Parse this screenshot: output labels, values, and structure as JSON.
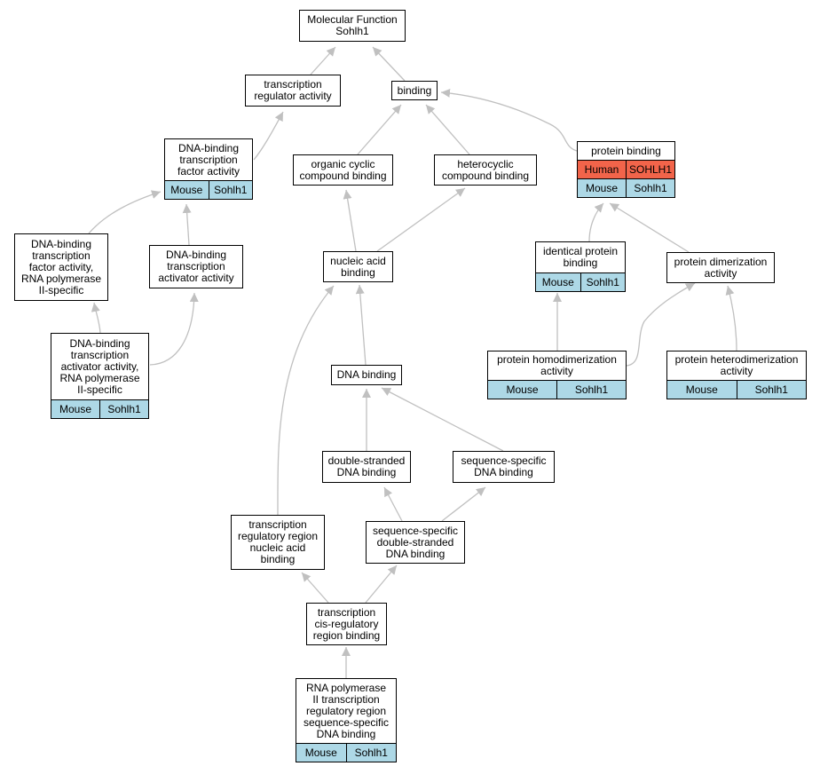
{
  "nodes": {
    "mf": {
      "label": "Molecular Function\nSohlh1"
    },
    "tra": {
      "label": "transcription\nregulator activity"
    },
    "binding": {
      "label": "binding"
    },
    "dbtfa": {
      "label": "DNA-binding\ntranscription\nfactor activity",
      "annotations": [
        {
          "species": "Mouse",
          "gene": "Sohlh1"
        }
      ]
    },
    "occb": {
      "label": "organic cyclic\ncompound binding"
    },
    "hcb": {
      "label": "heterocyclic\ncompound binding"
    },
    "pb": {
      "label": "protein binding",
      "annotations": [
        {
          "species": "Human",
          "gene": "SOHLH1"
        },
        {
          "species": "Mouse",
          "gene": "Sohlh1"
        }
      ]
    },
    "dbtfa_pol2": {
      "label": "DNA-binding\ntranscription\nfactor activity,\nRNA polymerase\nII-specific"
    },
    "dbtaa": {
      "label": "DNA-binding\ntranscription\nactivator activity"
    },
    "nab": {
      "label": "nucleic acid\nbinding"
    },
    "ipb": {
      "label": "identical protein\nbinding",
      "annotations": [
        {
          "species": "Mouse",
          "gene": "Sohlh1"
        }
      ]
    },
    "pda": {
      "label": "protein dimerization\nactivity"
    },
    "dbtaa_pol2": {
      "label": "DNA-binding\ntranscription\nactivator activity,\nRNA polymerase\nII-specific",
      "annotations": [
        {
          "species": "Mouse",
          "gene": "Sohlh1"
        }
      ]
    },
    "phomo": {
      "label": "protein homodimerization\nactivity",
      "annotations": [
        {
          "species": "Mouse",
          "gene": "Sohlh1"
        }
      ]
    },
    "phetero": {
      "label": "protein heterodimerization\nactivity",
      "annotations": [
        {
          "species": "Mouse",
          "gene": "Sohlh1"
        }
      ]
    },
    "dnab": {
      "label": "DNA binding"
    },
    "dsdna": {
      "label": "double-stranded\nDNA binding"
    },
    "ssdna": {
      "label": "sequence-specific\nDNA binding"
    },
    "trrnab": {
      "label": "transcription\nregulatory region\nnucleic acid\nbinding"
    },
    "ssdsdna": {
      "label": "sequence-specific\ndouble-stranded\nDNA binding"
    },
    "tcrrb": {
      "label": "transcription\ncis-regulatory\nregion binding"
    },
    "pol2trr": {
      "label": "RNA polymerase\nII transcription\nregulatory region\nsequence-specific\nDNA binding",
      "annotations": [
        {
          "species": "Mouse",
          "gene": "Sohlh1"
        }
      ]
    }
  },
  "edges": [
    [
      "tra",
      "mf"
    ],
    [
      "binding",
      "mf"
    ],
    [
      "dbtfa",
      "tra"
    ],
    [
      "occb",
      "binding"
    ],
    [
      "hcb",
      "binding"
    ],
    [
      "pb",
      "binding"
    ],
    [
      "dbtfa_pol2",
      "dbtfa"
    ],
    [
      "dbtaa",
      "dbtfa"
    ],
    [
      "nab",
      "occb"
    ],
    [
      "nab",
      "hcb"
    ],
    [
      "ipb",
      "pb"
    ],
    [
      "pda",
      "pb"
    ],
    [
      "dbtaa_pol2",
      "dbtfa_pol2"
    ],
    [
      "dbtaa_pol2",
      "dbtaa"
    ],
    [
      "phomo",
      "ipb"
    ],
    [
      "phomo",
      "pda"
    ],
    [
      "phetero",
      "pda"
    ],
    [
      "dnab",
      "nab"
    ],
    [
      "trrnab",
      "nab"
    ],
    [
      "dsdna",
      "dnab"
    ],
    [
      "ssdna",
      "dnab"
    ],
    [
      "ssdsdna",
      "dsdna"
    ],
    [
      "ssdsdna",
      "ssdna"
    ],
    [
      "tcrrb",
      "trrnab"
    ],
    [
      "tcrrb",
      "ssdsdna"
    ],
    [
      "pol2trr",
      "tcrrb"
    ]
  ],
  "colors": {
    "edge": "#c0c0c0",
    "mouse": "#add8e6",
    "human": "#f2644a",
    "border": "#000000"
  }
}
